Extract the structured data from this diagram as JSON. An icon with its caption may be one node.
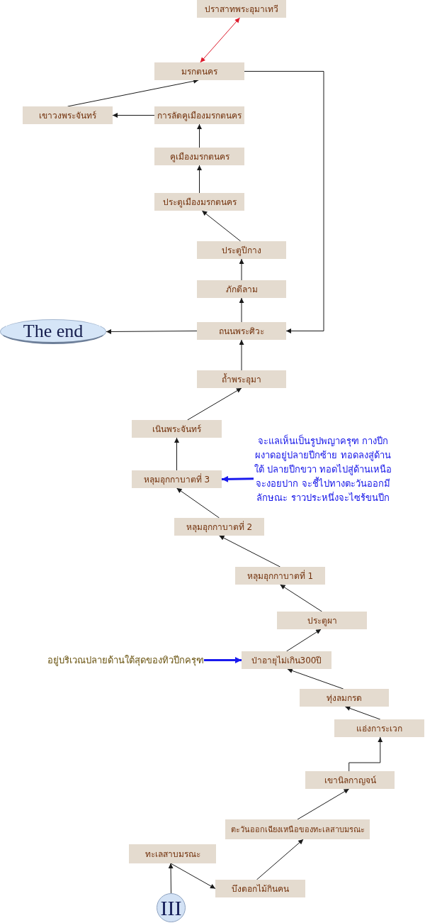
{
  "diagram": {
    "nodes": [
      {
        "text": [
          "ปราสาทพระอุมาเทวี"
        ]
      },
      {
        "text": [
          "มรกตนคร"
        ]
      },
      {
        "text": [
          "เขาวงพระจันทร์"
        ]
      },
      {
        "text": [
          "การลัดคูเมืองมรกตนคร"
        ]
      },
      {
        "text": [
          "คูเมืองมรกตนคร"
        ]
      },
      {
        "text": [
          "ประตูเมืองมรกตนคร"
        ]
      },
      {
        "text": [
          "ประตูปีกาง"
        ]
      },
      {
        "text": [
          "ภักดีลาม"
        ]
      },
      {
        "text": [
          "ถนนพระศิวะ"
        ]
      },
      {
        "text": [
          "The end"
        ]
      },
      {
        "text": [
          "ถ้ำพระอุมา"
        ]
      },
      {
        "text": [
          "เนินพระจันทร์"
        ]
      },
      {
        "text": [
          "หลุมอุกกาบาตที่ 3"
        ]
      },
      {
        "text": [
          "จะแลเห็นเป็นรูปพญาครุฑ กางปีกผงาดอยู่ปลายปีกซ้าย ทอดลงสู่ด้านใต้ ปลายปีกขวา ทอดไปสู่ด้านเหนือ จะงอยปาก จะชี้ไปทางตะวันออกมีลักษณะ ราวประหนึ่งจะไซร้ขนปีก"
        ]
      },
      {
        "text": [
          "หลุมอุกกาบาตที่ 2"
        ]
      },
      {
        "text": [
          "หลุมอุกกาบาตที่ 1"
        ]
      },
      {
        "text": [
          "ประตูผา"
        ]
      },
      {
        "text": [
          "ป่าอายุไม่เกิน300ปี"
        ]
      },
      {
        "text": [
          "อยู่บริเวณปลายด้านใต้สุดของทิวปีกครุฑ"
        ]
      },
      {
        "text": [
          "ทุ่งลมกรด"
        ]
      },
      {
        "text": [
          "แอ่งการะเวก"
        ]
      },
      {
        "text": [
          "เขานิลกาญจน์"
        ]
      },
      {
        "text": [
          "ตะวันออกเฉียงเหนือของทะเลสาบมรณะ"
        ]
      },
      {
        "text": [
          "ทะเลสาบมรณะ"
        ]
      },
      {
        "text": [
          "บึงดอกไม้กินคน"
        ]
      },
      {
        "text": [
          "III"
        ]
      }
    ],
    "edges": [
      {
        "from": 0,
        "to": 1,
        "arrow": "both",
        "color": "#dd1a2b"
      },
      {
        "from": 2,
        "to": 1,
        "arrow": "to"
      },
      {
        "from": 3,
        "to": 2,
        "arrow": "to"
      },
      {
        "from": 4,
        "to": 3,
        "arrow": "to"
      },
      {
        "from": 5,
        "to": 4,
        "arrow": "to"
      },
      {
        "from": 6,
        "to": 5,
        "arrow": "to"
      },
      {
        "from": 7,
        "to": 6,
        "arrow": "to"
      },
      {
        "from": 8,
        "to": 7,
        "arrow": "to"
      },
      {
        "from": 1,
        "to": 8,
        "arrow": "to"
      },
      {
        "from": 8,
        "to": 9,
        "arrow": "to"
      },
      {
        "from": 10,
        "to": 8,
        "arrow": "to"
      },
      {
        "from": 11,
        "to": 10,
        "arrow": "to"
      },
      {
        "from": 12,
        "to": 11,
        "arrow": "to"
      },
      {
        "from": 13,
        "to": 12,
        "arrow": "to",
        "style": "thick",
        "color": "#1a1aee"
      },
      {
        "from": 14,
        "to": 12,
        "arrow": "to"
      },
      {
        "from": 15,
        "to": 14,
        "arrow": "to"
      },
      {
        "from": 16,
        "to": 15,
        "arrow": "to"
      },
      {
        "from": 17,
        "to": 16,
        "arrow": "to"
      },
      {
        "from": 18,
        "to": 17,
        "arrow": "to",
        "style": "thick",
        "color": "#1a1aee"
      },
      {
        "from": 19,
        "to": 17,
        "arrow": "to"
      },
      {
        "from": 20,
        "to": 19,
        "arrow": "to"
      },
      {
        "from": 21,
        "to": 20,
        "arrow": "to"
      },
      {
        "from": 22,
        "to": 21,
        "arrow": "to"
      },
      {
        "from": 24,
        "to": 22,
        "arrow": "to"
      },
      {
        "from": 23,
        "to": 24,
        "arrow": "to"
      },
      {
        "from": 25,
        "to": 23,
        "arrow": "to"
      }
    ]
  }
}
